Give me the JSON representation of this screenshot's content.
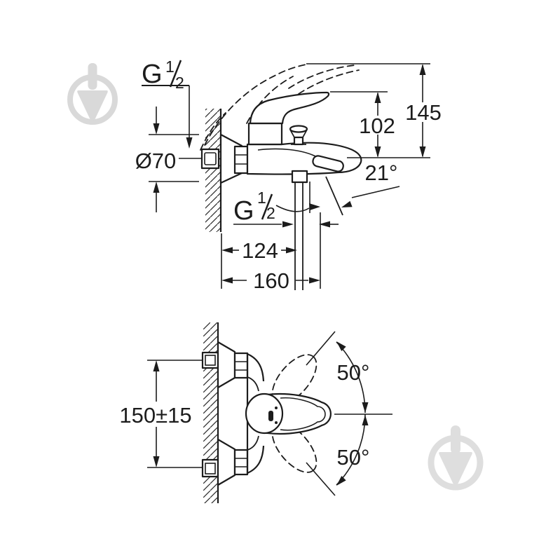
{
  "meta": {
    "description": "Technical dimension drawing of a wall-mounted single-lever bath mixer, two projections",
    "background": "#ffffff",
    "line_color": "#1c1c1c",
    "watermark_color": "#d9d9d9"
  },
  "watermarks": {
    "icon": "trowel-in-circle"
  },
  "top_view": {
    "thread_label_wall": {
      "letter": "G",
      "numerator": "1",
      "denominator": "2"
    },
    "thread_label_hose": {
      "letter": "G",
      "numerator": "1",
      "denominator": "2"
    },
    "dimensions": {
      "escutcheon_diameter": "Ø70",
      "lever_height": "102",
      "total_height": "145",
      "spout_angle": "21°",
      "hose_offset": "124",
      "total_depth": "160"
    }
  },
  "front_view": {
    "dimensions": {
      "connection_distance": "150±15",
      "lever_swing_up": "50°",
      "lever_swing_down": "50°"
    }
  }
}
